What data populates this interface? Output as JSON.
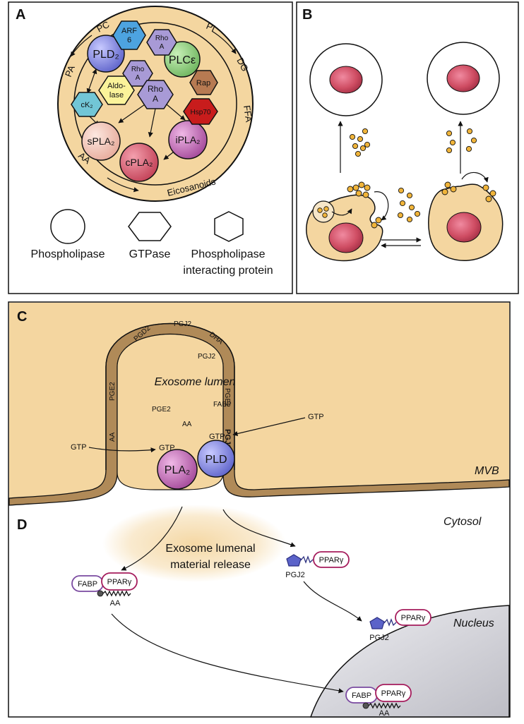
{
  "panel_labels": {
    "a": "A",
    "b": "B",
    "c": "C",
    "d": "D"
  },
  "panel_a": {
    "ring_labels": {
      "pc": "PC",
      "pi": "PI",
      "pa": "PA",
      "dg": "DG",
      "ffa": "FFA",
      "aa": "AA",
      "eicosanoids": "Eicosanoids"
    },
    "nodes": {
      "arf6": "ARF 6",
      "rhoa_top": "Rho A",
      "pld2": "PLD₂",
      "rhoa_small": "Rho A",
      "plce": "PLCε",
      "rap": "Rap",
      "aldolase": "Aldo- lase",
      "rhoa_mid": "Rho A",
      "ck2": "cK₂",
      "hsp70": "Hsp70",
      "spla2": "sPLA₂",
      "ipla2": "iPLA₂",
      "cpla2": "cPLA₂"
    },
    "legend": {
      "phospholipase": "Phospholipase",
      "gtpase": "GTPase",
      "interacting_1": "Phospholipase",
      "interacting_2": "interacting protein"
    }
  },
  "panel_c": {
    "exosome_lumen": "Exosome lumen",
    "mvb": "MVB",
    "membrane_labels": {
      "pgd2": "PGD2",
      "pgj2_top": "PGJ2",
      "dha": "DHA",
      "pge2_left": "PGE2",
      "pge2_right": "PGE2",
      "aa": "AA",
      "pgj2_right": "PGJ2"
    },
    "lumen_labels": {
      "pgj2": "PGJ2",
      "pge2": "PGE2",
      "fabp": "FABP",
      "aa": "AA"
    },
    "gtp_labels": {
      "left_free": "GTP",
      "left_bound": "GTP",
      "right_free": "GTP",
      "right_bound": "GTP"
    },
    "enzymes": {
      "pla2": "PLA₂",
      "pld": "PLD"
    }
  },
  "panel_d": {
    "cytosol": "Cytosol",
    "nucleus": "Nucleus",
    "release_line1": "Exosome lumenal",
    "release_line2": "material release",
    "complex_labels": {
      "fabp": "FABP",
      "ppar": "PPARγ",
      "aa": "AA",
      "pgj2": "PGJ2"
    }
  },
  "colors": {
    "cell_fill": "#f4d6a0",
    "outline": "#1a1a1a",
    "membrane_dark": "#b08a58",
    "pld_blue": "#7c80d8",
    "pla_pink": "#c66ab8",
    "rho_purple": "#a89ad6",
    "arf_blue": "#4da3e0",
    "plce_green": "#8ccf7a",
    "rap_brown": "#b77a52",
    "hsp_red": "#c81c1c",
    "aldolase_yellow": "#fbf39a",
    "ck2_cyan": "#72c6d6",
    "spla_peach": "#f2c8b8",
    "cpla_red": "#d8566a",
    "nucleus_red": "#cf4d63",
    "vesicle_orange": "#f0b43a",
    "nucleus_grey": "#d9d9de",
    "ppar_border": "#a51c5c",
    "fabp_border": "#7a4aa0"
  }
}
